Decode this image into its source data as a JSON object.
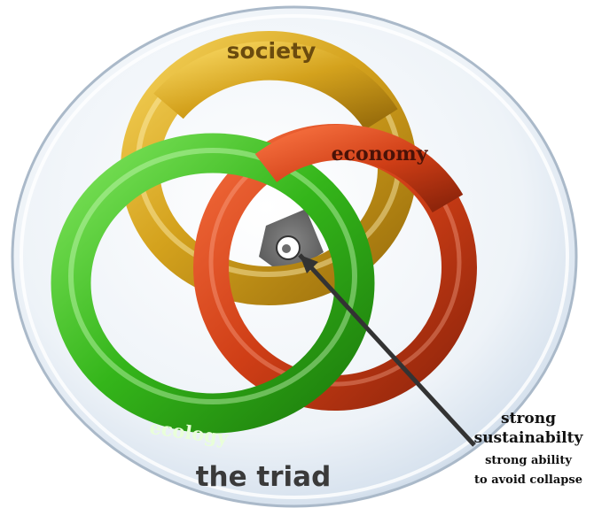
{
  "diagram": {
    "title": "the triad",
    "rings": {
      "society": {
        "label": "society",
        "color": "#c9951a"
      },
      "economy": {
        "label": "economy",
        "color": "#c7401a"
      },
      "ecology": {
        "label": "ecology",
        "color": "#2fae16"
      }
    },
    "center_label": {
      "line1": "strong",
      "line2": "sustainabilty",
      "line3": "strong ability",
      "line4": "to avoid collapse"
    }
  }
}
